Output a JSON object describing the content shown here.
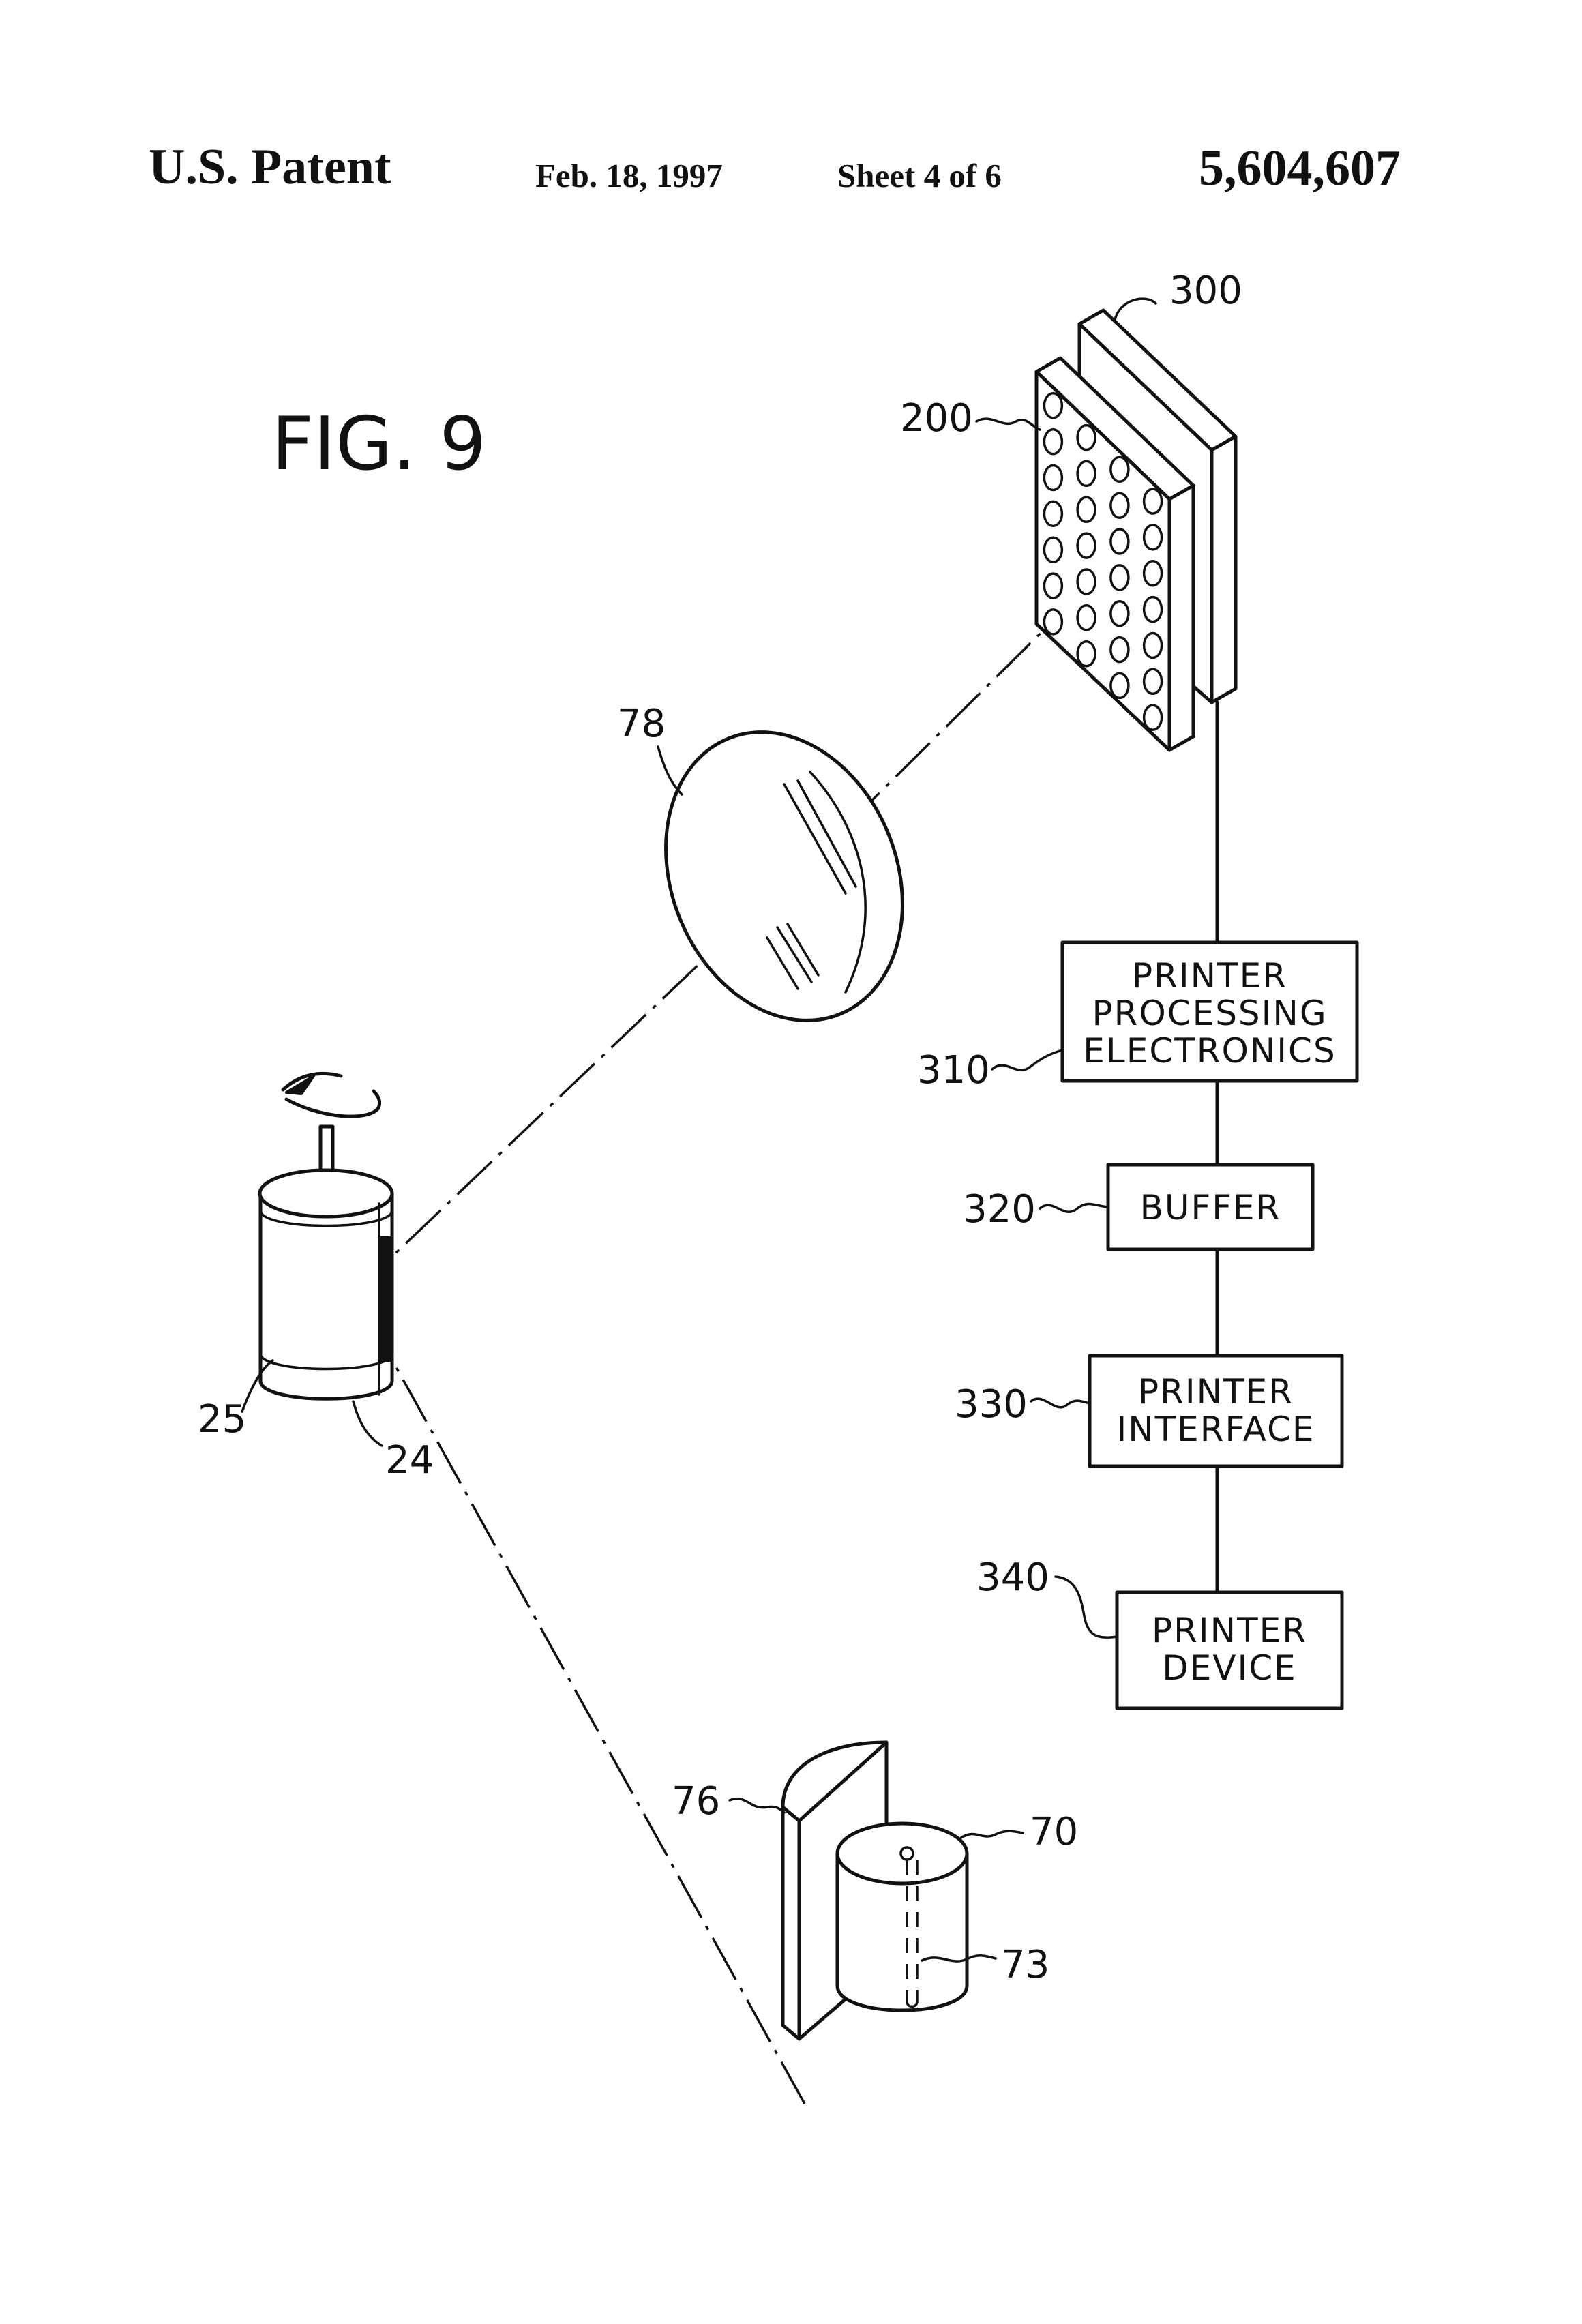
{
  "header": {
    "patent_label": "U.S. Patent",
    "date": "Feb. 18, 1997",
    "sheet": "Sheet 4 of 6",
    "number": "5,604,607"
  },
  "figure": {
    "title": "FIG. 9"
  },
  "refs": {
    "r300": "300",
    "r200": "200",
    "r78": "78",
    "r310": "310",
    "r320": "320",
    "r330": "330",
    "r340": "340",
    "r25": "25",
    "r24": "24",
    "r76": "76",
    "r70": "70",
    "r73": "73"
  },
  "blocks": {
    "processing": [
      "PRINTER",
      "PROCESSING",
      "ELECTRONICS"
    ],
    "buffer": [
      "BUFFER"
    ],
    "interface": [
      "PRINTER",
      "INTERFACE"
    ],
    "device": [
      "PRINTER",
      "DEVICE"
    ]
  }
}
